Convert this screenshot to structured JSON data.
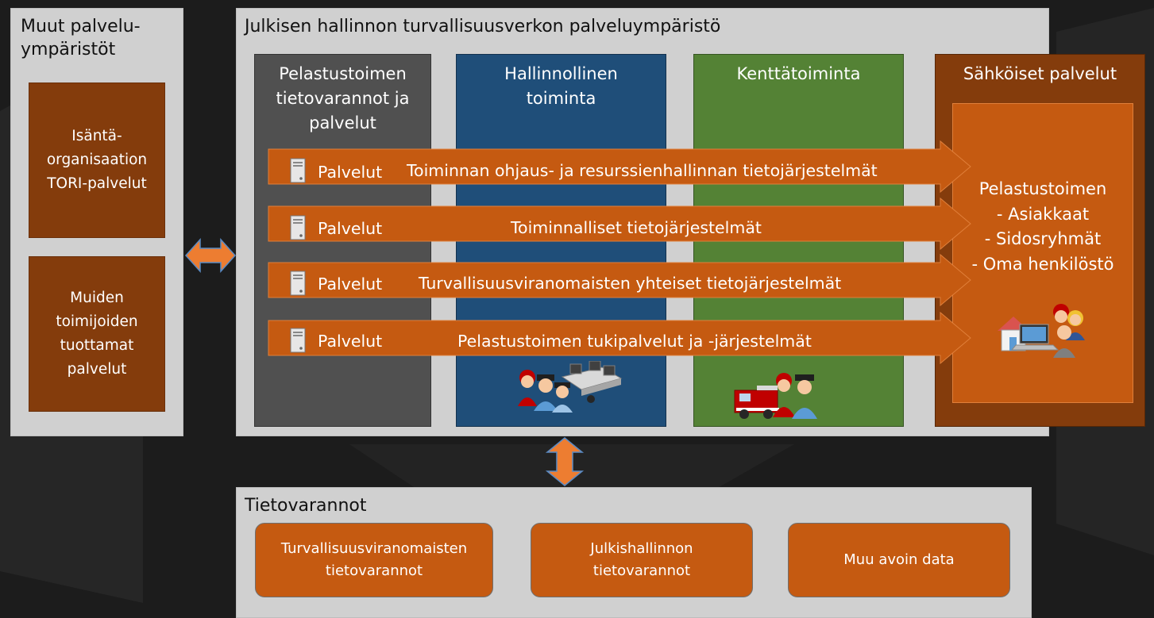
{
  "left_panel": {
    "title": "Muut palvelu-\nympäristöt",
    "box1": "Isäntä-\norganisaation\nTORI-palvelut",
    "box2": "Muiden\ntoimijoiden\ntuottamat\npalvelut"
  },
  "main_panel": {
    "title": "Julkisen hallinnon turvallisuusverkon palveluympäristö",
    "columns": [
      {
        "title": "Pelastustoimen\ntietovarannot ja\npalvelut",
        "color": "#505050"
      },
      {
        "title": "Hallinnollinen\ntoiminta",
        "color": "#1f4e79"
      },
      {
        "title": "Kenttätoiminta",
        "color": "#548235"
      },
      {
        "title": "Sähköiset palvelut",
        "color": "#843c0c"
      }
    ],
    "service_label": "Palvelut",
    "arrows": [
      "Toiminnan ohjaus- ja resurssienhallinnan tietojärjestelmät",
      "Toiminnalliset tietojärjestelmät",
      "Turvallisuusviranomaisten yhteiset tietojärjestelmät",
      "Pelastustoimen tukipalvelut ja -järjestelmät"
    ],
    "sahkoiset_text": "Pelastustoimen\n- Asiakkaat\n- Sidosryhmät\n- Oma henkilöstö"
  },
  "bottom_panel": {
    "title": "Tietovarannot",
    "boxes": [
      "Turvallisuusviranomaisten\ntietovarannot",
      "Julkishallinnon\ntietovarannot",
      "Muu avoin data"
    ]
  },
  "colors": {
    "arrow_orange": "#c55a11",
    "connector_orange": "#ed7d31",
    "panel_gray": "#d0d0d0"
  },
  "icons": [
    "server-icon",
    "emergency-staff-icon",
    "office-workstation-icon",
    "fire-truck-icon",
    "home-laptop-people-icon"
  ]
}
